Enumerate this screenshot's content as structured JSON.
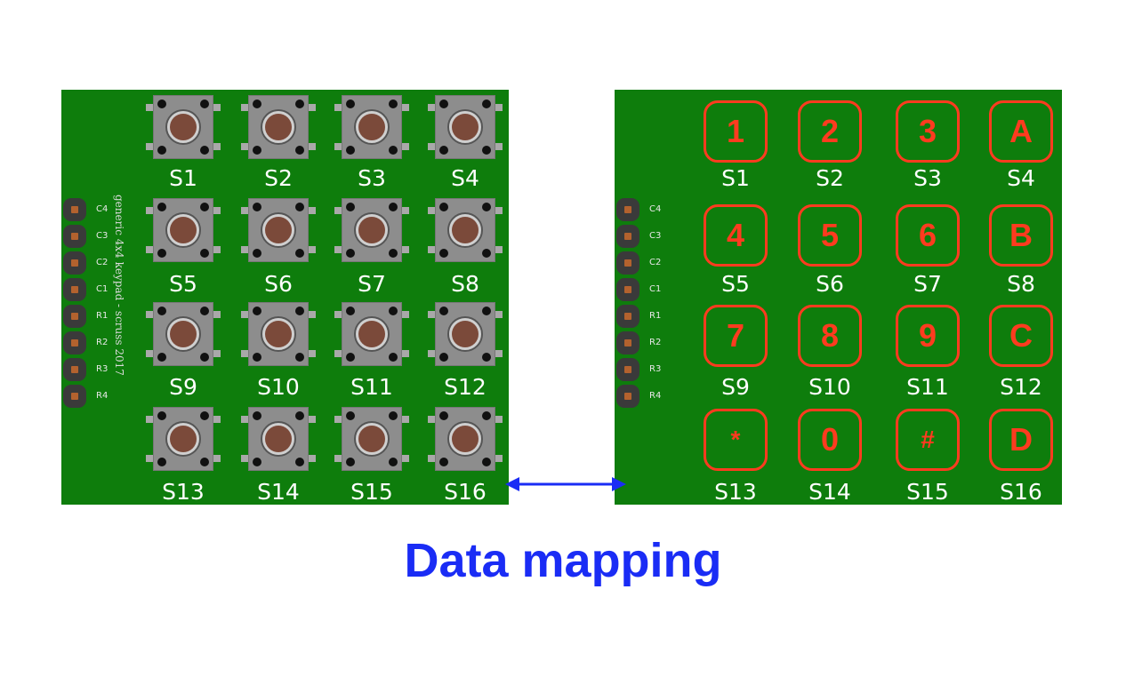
{
  "header_pins": [
    "C4",
    "C3",
    "C2",
    "C1",
    "R1",
    "R2",
    "R3",
    "R4"
  ],
  "silkscreen": "generic 4x4 keypad - scruss 2017",
  "switch_labels": [
    "S1",
    "S2",
    "S3",
    "S4",
    "S5",
    "S6",
    "S7",
    "S8",
    "S9",
    "S10",
    "S11",
    "S12",
    "S13",
    "S14",
    "S15",
    "S16"
  ],
  "key_values": [
    "1",
    "2",
    "3",
    "A",
    "4",
    "5",
    "6",
    "B",
    "7",
    "8",
    "9",
    "C",
    "*",
    "0",
    "#",
    "D"
  ],
  "caption": "Data mapping",
  "colors": {
    "board": "#0e7d0c",
    "key_outline": "#ff3b1f",
    "arrow": "#1a2cf5",
    "caption": "#1a2cf5"
  },
  "icons": {
    "arrow": "double-headed-arrow-icon",
    "switch": "tactile-switch-icon"
  }
}
